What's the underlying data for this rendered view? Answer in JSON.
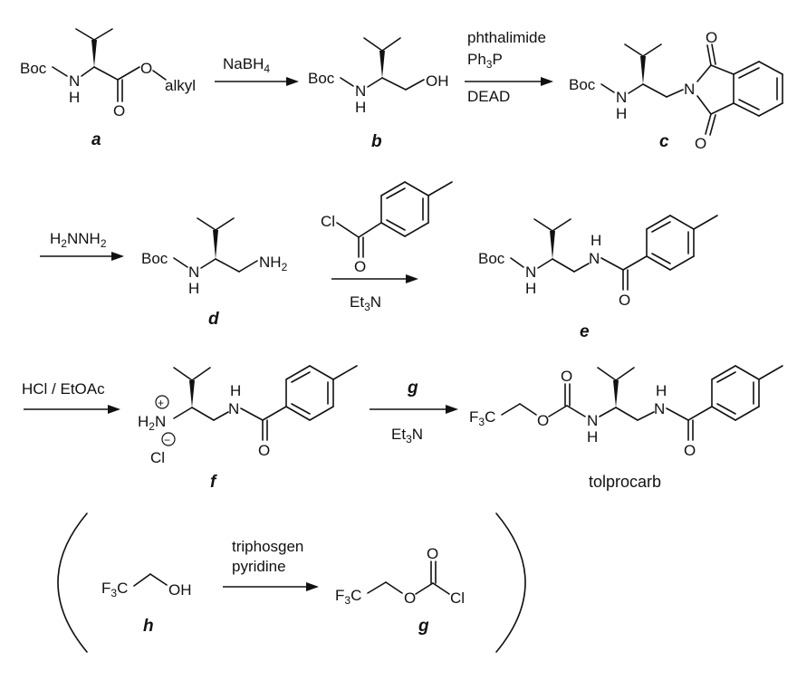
{
  "labels": {
    "a": "a",
    "b": "b",
    "c": "c",
    "d": "d",
    "e": "e",
    "f": "f",
    "g": "g",
    "h": "h"
  },
  "product_name": "tolprocarb",
  "atoms": {
    "boc": "Boc",
    "n": "N",
    "h": "H",
    "o": "O",
    "oh": "OH",
    "cl": "Cl",
    "alkyl": "alkyl",
    "nh2_n": "NH",
    "nh2_sub": "2",
    "h2n_h": "H",
    "h2n_sub": "2",
    "h2n_n": "N",
    "f3c_f": "F",
    "f3c_sub": "3",
    "f3c_c": "C",
    "plus": "+",
    "minus": "−"
  },
  "reagents": {
    "step1": {
      "main": "NaBH",
      "sub": "4"
    },
    "step2_line1": "phthalimide",
    "step2_line2": {
      "main": "Ph",
      "sub": "3",
      "tail": "P"
    },
    "step2_line3": "DEAD",
    "step3": {
      "a": "H",
      "sub1": "2",
      "b": "NNH",
      "sub2": "2"
    },
    "step4_below": {
      "main": "Et",
      "sub": "3",
      "tail": "N"
    },
    "step5": "HCl / EtOAc",
    "step6_above": "g",
    "step6_below": {
      "main": "Et",
      "sub": "3",
      "tail": "N"
    },
    "step7_line1": "triphosgen",
    "step7_line2": "pyridine"
  }
}
